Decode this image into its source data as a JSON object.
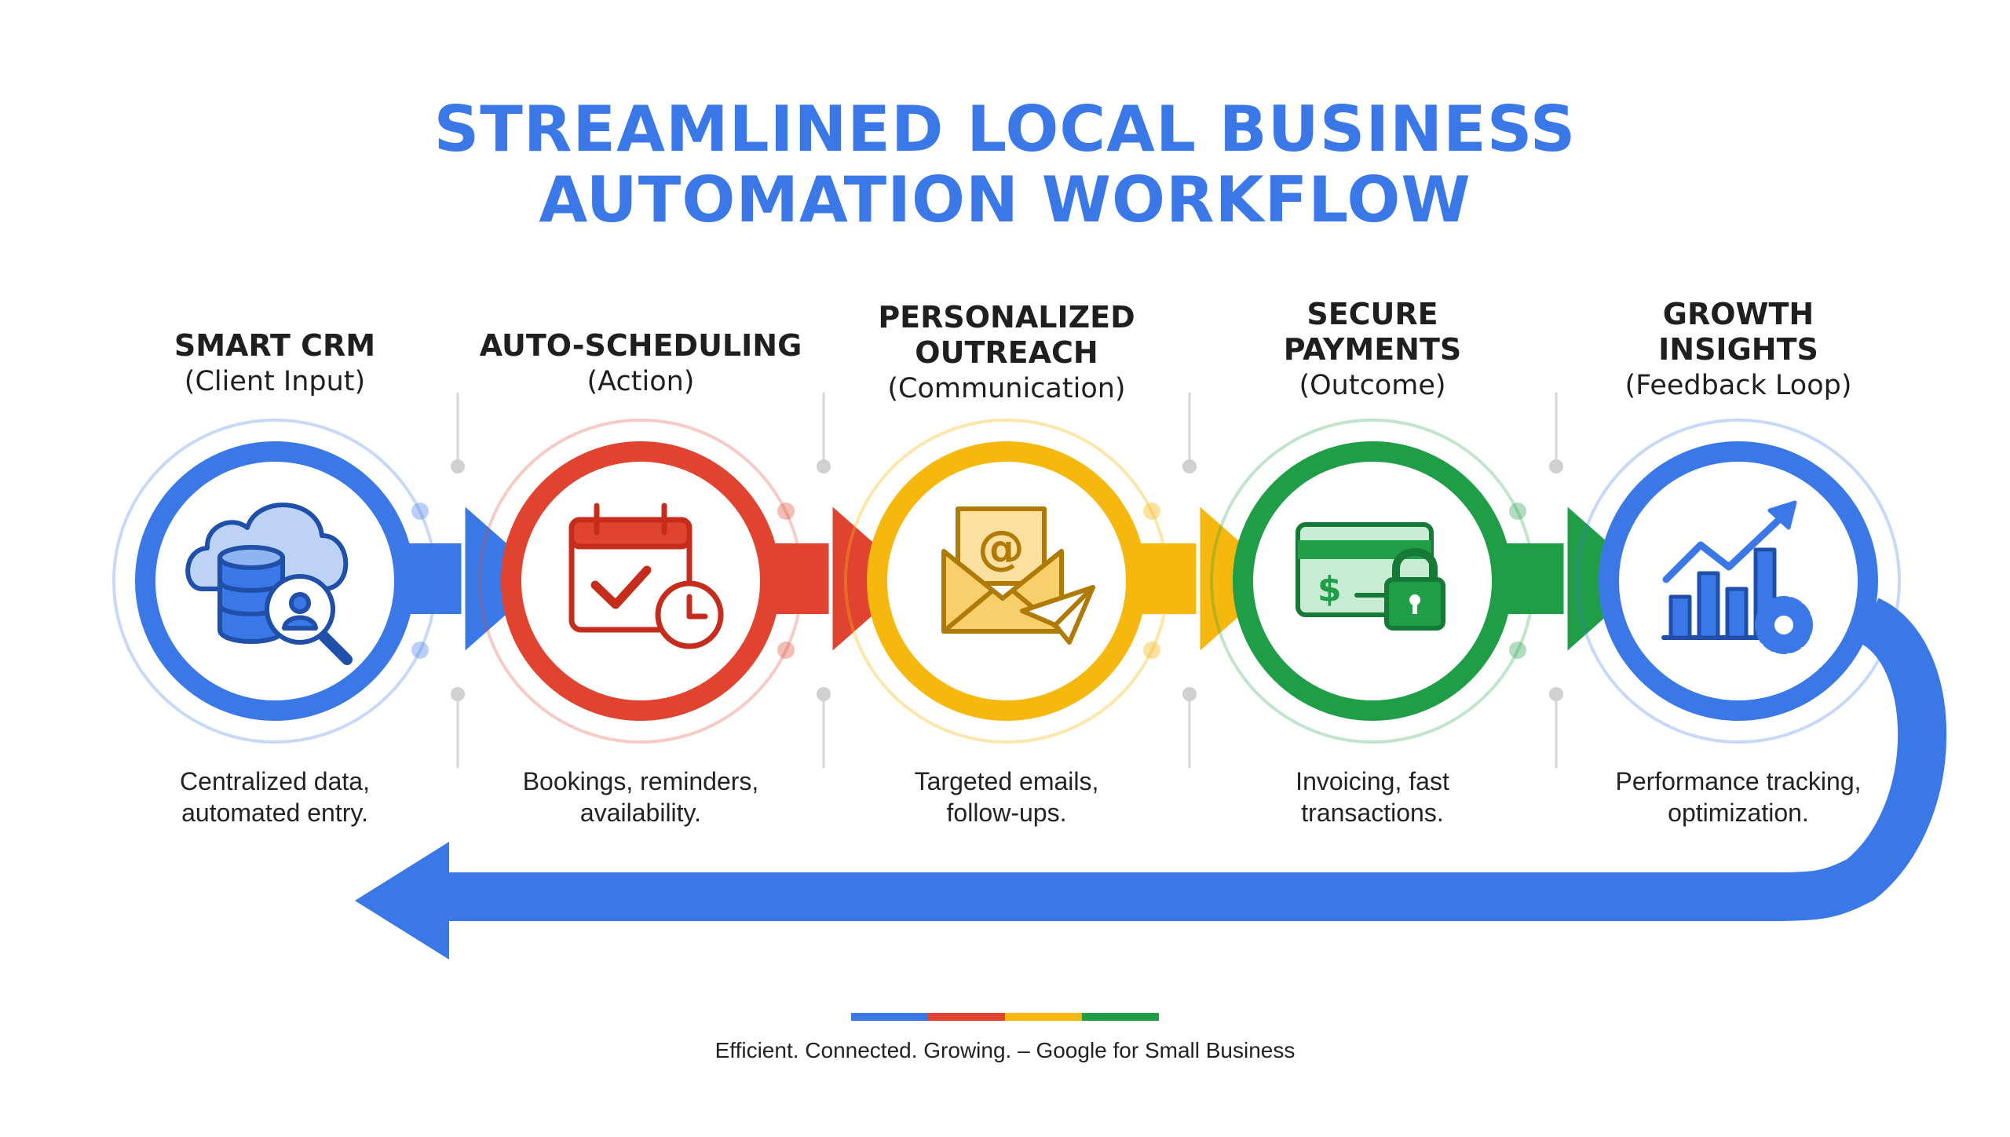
{
  "title": {
    "line1": "STREAMLINED LOCAL BUSINESS",
    "line2": "AUTOMATION WORKFLOW"
  },
  "colors": {
    "blue": "#3b78e7",
    "red": "#e0432f",
    "yellow": "#f6b70f",
    "green": "#1f9d47"
  },
  "steps": [
    {
      "name": "SMART CRM",
      "subtitle": "(Client Input)",
      "description": [
        "Centralized data,",
        "automated entry."
      ],
      "icon": "cloud-database-search-icon",
      "color": "#3b78e7"
    },
    {
      "name": "AUTO-SCHEDULING",
      "subtitle": "(Action)",
      "description": [
        "Bookings, reminders,",
        "availability."
      ],
      "icon": "calendar-clock-icon",
      "color": "#e0432f"
    },
    {
      "name": "PERSONALIZED OUTREACH",
      "name_lines": [
        "PERSONALIZED",
        "OUTREACH"
      ],
      "subtitle": "(Communication)",
      "description": [
        "Targeted emails,",
        "follow-ups."
      ],
      "icon": "email-paper-plane-icon",
      "color": "#f6b70f"
    },
    {
      "name": "SECURE PAYMENTS",
      "name_lines": [
        "SECURE",
        "PAYMENTS"
      ],
      "subtitle": "(Outcome)",
      "description": [
        "Invoicing, fast",
        "transactions."
      ],
      "icon": "credit-card-lock-icon",
      "color": "#1f9d47"
    },
    {
      "name": "GROWTH INSIGHTS",
      "name_lines": [
        "GROWTH",
        "INSIGHTS"
      ],
      "subtitle": "(Feedback Loop)",
      "description": [
        "Performance tracking,",
        "optimization."
      ],
      "icon": "growth-chart-gear-icon",
      "color": "#3b78e7"
    }
  ],
  "footer": {
    "text": "Efficient. Connected. Growing. – Google for Small Business",
    "color_bar": [
      "#3b78e7",
      "#e0432f",
      "#f6b70f",
      "#1f9d47"
    ]
  }
}
